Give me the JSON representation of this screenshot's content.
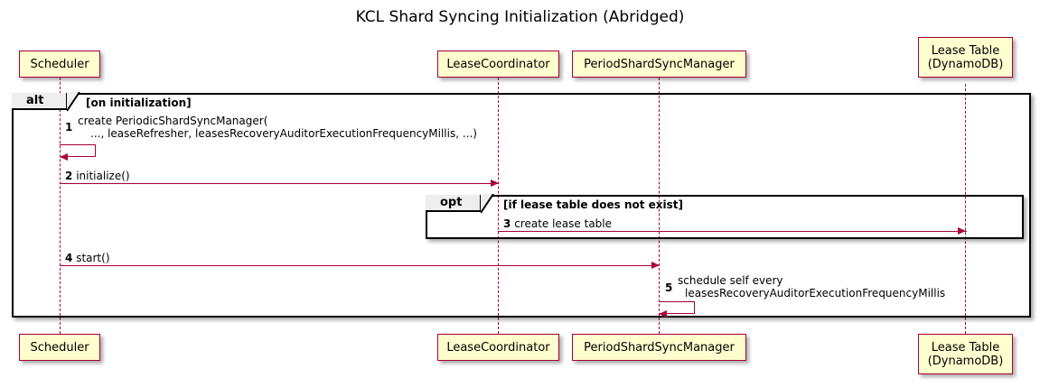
{
  "diagram": {
    "title": "KCL Shard Syncing Initialization (Abridged)",
    "type": "sequence-diagram",
    "colors": {
      "participant_fill": "#FEFECE",
      "participant_border": "#A80036",
      "arrow": "#A80036",
      "frame_border": "#000000",
      "frame_tab_fill": "#EEEEEE",
      "background": "#FFFFFF"
    }
  },
  "participants": [
    {
      "id": "scheduler",
      "line1": "Scheduler",
      "line2": ""
    },
    {
      "id": "lease-coordinator",
      "line1": "LeaseCoordinator",
      "line2": ""
    },
    {
      "id": "period-shard-sync-manager",
      "line1": "PeriodShardSyncManager",
      "line2": ""
    },
    {
      "id": "lease-table",
      "line1": "Lease Table",
      "line2": "(DynamoDB)"
    }
  ],
  "frames": [
    {
      "id": "alt",
      "keyword": "alt",
      "guard": "[on initialization]"
    },
    {
      "id": "opt",
      "keyword": "opt",
      "guard": "[if lease table does not exist]"
    }
  ],
  "messages": [
    {
      "num": "1",
      "line1": "create PeriodicShardSyncManager(",
      "line2": "..., leaseRefresher, leasesRecoveryAuditorExecutionFrequencyMillis, ...)",
      "from": "scheduler",
      "to": "scheduler",
      "kind": "self"
    },
    {
      "num": "2",
      "line1": "initialize()",
      "line2": "",
      "from": "scheduler",
      "to": "lease-coordinator",
      "kind": "sync"
    },
    {
      "num": "3",
      "line1": "create lease table",
      "line2": "",
      "from": "lease-coordinator",
      "to": "lease-table",
      "kind": "sync"
    },
    {
      "num": "4",
      "line1": "start()",
      "line2": "",
      "from": "scheduler",
      "to": "period-shard-sync-manager",
      "kind": "sync"
    },
    {
      "num": "5",
      "line1": "schedule self every",
      "line2": "leasesRecoveryAuditorExecutionFrequencyMillis",
      "from": "period-shard-sync-manager",
      "to": "period-shard-sync-manager",
      "kind": "self"
    }
  ]
}
